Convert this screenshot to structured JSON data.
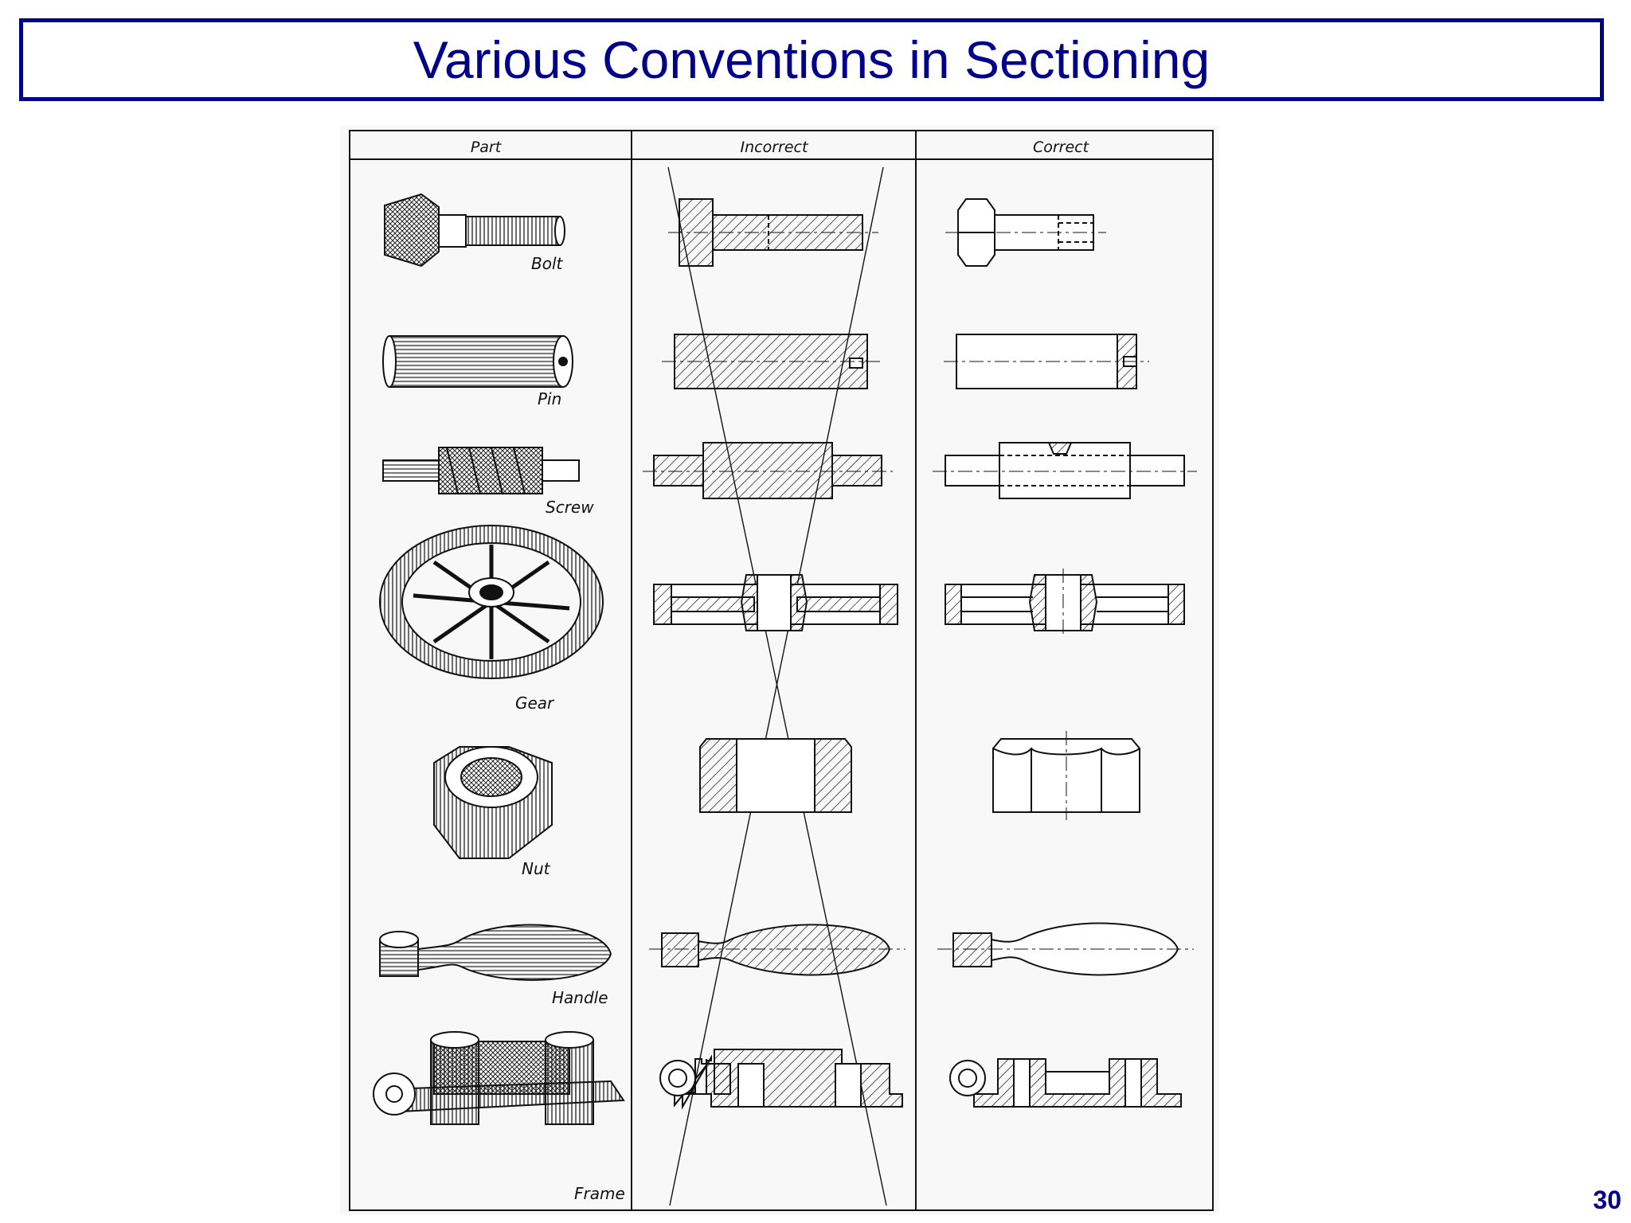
{
  "slide": {
    "title": "Various Conventions in Sectioning",
    "page_number": "30"
  },
  "table": {
    "columns": [
      "Part",
      "Incorrect",
      "Correct"
    ],
    "parts": [
      "Bolt",
      "Pin",
      "Screw",
      "Gear",
      "Nut",
      "Handle",
      "Frame"
    ]
  },
  "colors": {
    "title": "#00008b",
    "ink": "#111111",
    "figure_background": "#f8f8f8"
  }
}
